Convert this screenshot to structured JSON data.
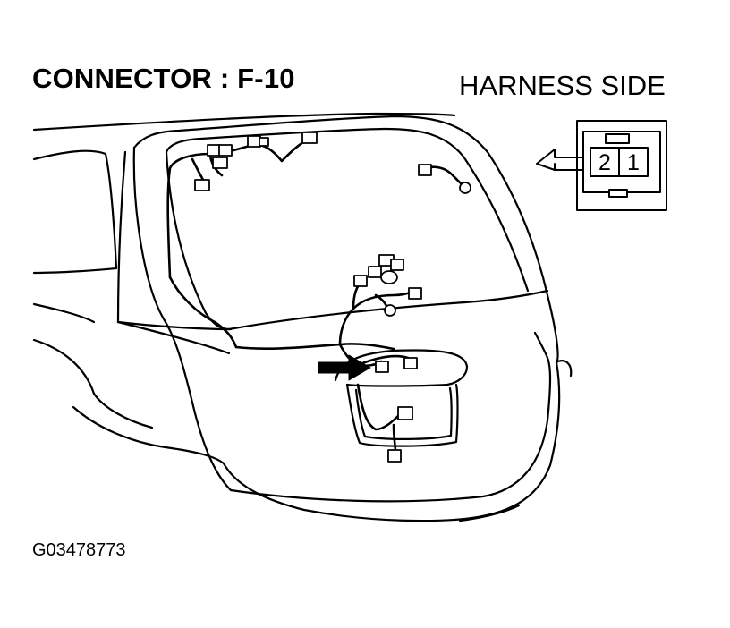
{
  "header": {
    "title": "CONNECTOR : F-10",
    "side_label": "HARNESS SIDE"
  },
  "connector": {
    "pins": [
      "2",
      "1"
    ]
  },
  "figure": {
    "id": "G03478773"
  }
}
